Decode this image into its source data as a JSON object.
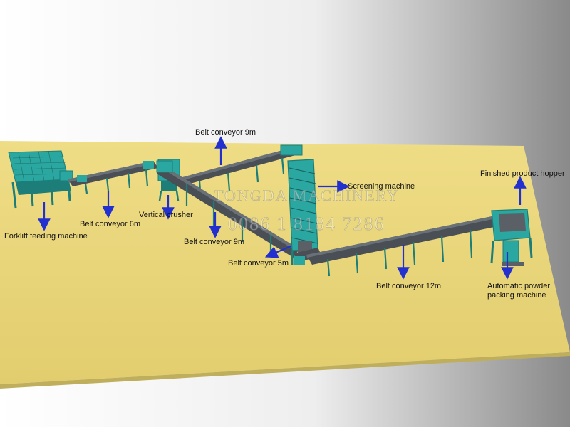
{
  "colors": {
    "floor": "#e8d57a",
    "floor_shadow": "#c9b55f",
    "machine": "#2aa7a0",
    "machine_dark": "#1d7e79",
    "belt": "#4a4f55",
    "arrow": "#2230d0"
  },
  "labels": {
    "forklift_feeding_machine": "Forklift feeding machine",
    "belt_conveyor_6m": "Belt conveyor 6m",
    "vertical_crusher": "Vertical crusher",
    "belt_conveyor_9m_top": "Belt conveyor 9m",
    "belt_conveyor_9m_bottom": "Belt conveyor 9m",
    "screening_machine": "Screening machine",
    "belt_conveyor_5m": "Belt conveyor 5m",
    "belt_conveyor_12m": "Belt conveyor 12m",
    "finished_product_hopper": "Finished product hopper",
    "automatic_powder_packing_machine": "Automatic powder packing machine"
  },
  "watermark": {
    "brand": "TONGDA MACHINERY",
    "phone": "0086 1 8184 7286"
  }
}
